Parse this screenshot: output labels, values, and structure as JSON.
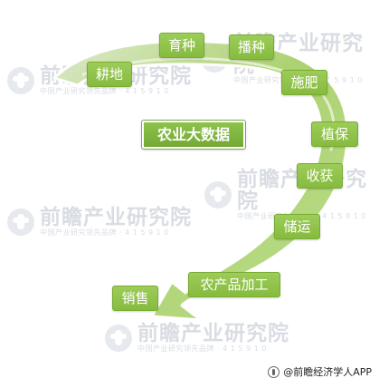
{
  "diagram": {
    "center_label": "农业大数据",
    "stages": [
      "耕地",
      "育种",
      "播种",
      "施肥",
      "植保",
      "收获",
      "储运",
      "农产品加工",
      "销售"
    ]
  },
  "watermark": {
    "name": "前瞻产业研究院",
    "subtitle": "中国产业研究领先品牌 · 4 1 5 9 1 0"
  },
  "footer": {
    "source": "@前瞻经济学人APP"
  },
  "colors": {
    "box_green": "#8bc34a",
    "arrow_green": "#9fca61",
    "watermark_gray": "#d9dde3"
  }
}
